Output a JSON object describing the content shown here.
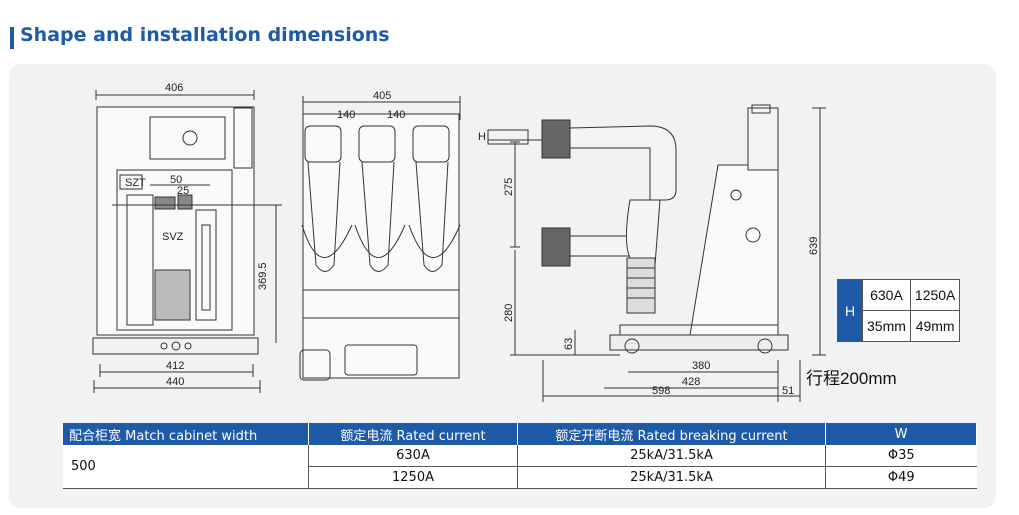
{
  "page_title": "Shape and installation dimensions",
  "drawing": {
    "front_view": {
      "top_width": "406",
      "sub_width_a": "50",
      "sub_width_b": "25",
      "height": "369.5",
      "base_width_a": "412",
      "base_width_b": "440",
      "logo_text": "SZT",
      "model_text": "SVZ"
    },
    "top_view": {
      "overall_width": "405",
      "pitch_a": "140",
      "pitch_b": "140"
    },
    "side_view": {
      "upper_spacing": "275",
      "lower_height": "280",
      "base_height": "63",
      "overall_height": "639",
      "depth_a": "380",
      "depth_b": "428",
      "depth_c": "598",
      "offset": "51",
      "h_marker": "H"
    }
  },
  "h_table": {
    "label": "H",
    "row1": [
      "630A",
      "1250A"
    ],
    "row2": [
      "35mm",
      "49mm"
    ]
  },
  "stroke_label": "行程200mm",
  "spec_table": {
    "headers": [
      "配合柜宽 Match cabinet width",
      "额定电流 Rated current",
      "额定开断电流 Rated breaking current",
      "W"
    ],
    "cabinet_width": "500",
    "rows": [
      {
        "current": "630A",
        "breaking": "25kA/31.5kA",
        "w": "Φ35"
      },
      {
        "current": "1250A",
        "breaking": "25kA/31.5kA",
        "w": "Φ49"
      }
    ]
  }
}
